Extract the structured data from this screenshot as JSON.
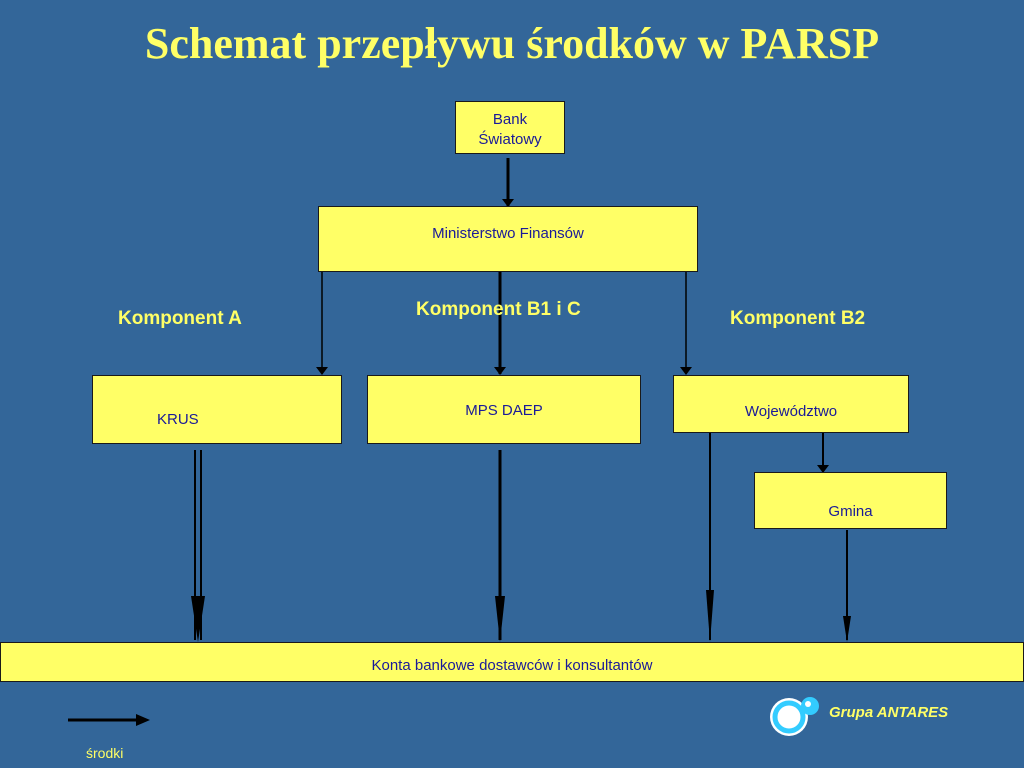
{
  "title": "Schemat przepływu środków w PARSP",
  "nodes": {
    "bank": "Bank\nŚwiatowy",
    "ministerstwo": "Ministerstwo Finansów",
    "krus": "KRUS",
    "mps": "MPS DAEP",
    "wojewodztwo": "Województwo",
    "gmina": "Gmina",
    "konta": "Konta bankowe dostawców i konsultantów"
  },
  "components": {
    "a": "Komponent A",
    "b1c": "Komponent B1 i C",
    "b2": "Komponent B2"
  },
  "legend": {
    "label": "środki"
  },
  "brand": {
    "name": "Grupa ANTARES"
  },
  "colors": {
    "background": "#336699",
    "box_fill": "#ffff66",
    "title": "#ffff66",
    "box_text": "#1a1a99",
    "arrow": "#000000"
  }
}
